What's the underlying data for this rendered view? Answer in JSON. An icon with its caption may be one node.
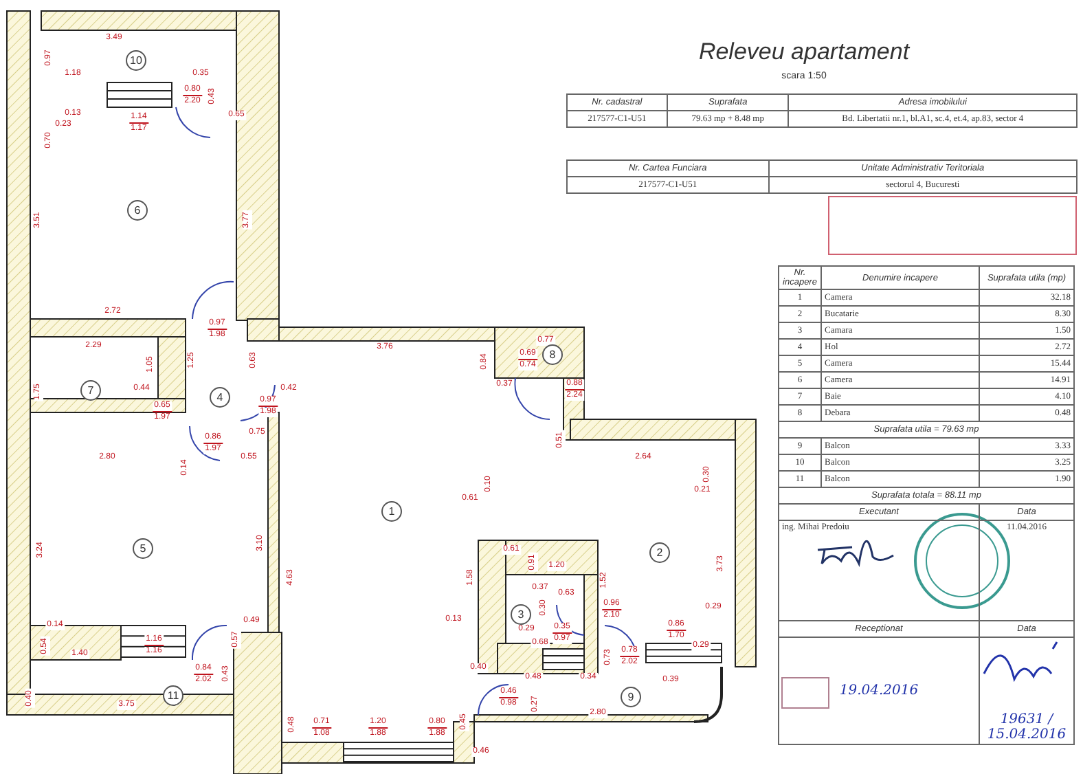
{
  "diagram": {
    "title": "Releveu apartament",
    "nodes": [
      {
        "text": [
          "1"
        ]
      },
      {
        "text": [
          "2"
        ]
      },
      {
        "text": [
          "3"
        ]
      },
      {
        "text": [
          "4"
        ]
      },
      {
        "text": [
          "5"
        ]
      },
      {
        "text": [
          "6"
        ]
      },
      {
        "text": [
          "7"
        ]
      },
      {
        "text": [
          "8"
        ]
      },
      {
        "text": [
          "9"
        ]
      },
      {
        "text": [
          "10"
        ]
      },
      {
        "text": [
          "11"
        ]
      }
    ],
    "edges": [],
    "labels": [
      "scara 1:50",
      "Nr. cadastral",
      "Suprafata",
      "Adresa imobilului",
      "217577-C1-U51",
      "79.63 mp + 8.48 mp",
      "Bd. Libertatii nr.1, bl.A1, sc.4, et.4, ap.83, sector 4",
      "Nr. Cartea Funciara",
      "Unitate Administrativ Teritoriala",
      "217577-C1-U51",
      "sectorul 4, Bucuresti",
      "Nr. incapere",
      "Denumire incapere",
      "Suprafata utila (mp)",
      "1",
      "Camera",
      "32.18",
      "2",
      "Bucatarie",
      "8.30",
      "3",
      "Camara",
      "1.50",
      "4",
      "Hol",
      "2.72",
      "5",
      "Camera",
      "15.44",
      "6",
      "Camera",
      "14.91",
      "7",
      "Baie",
      "4.10",
      "8",
      "Debara",
      "0.48",
      "Suprafata utila = 79.63 mp",
      "9",
      "Balcon",
      "3.33",
      "10",
      "Balcon",
      "3.25",
      "11",
      "Balcon",
      "1.90",
      "Suprafata totala = 88.11 mp",
      "Executant",
      "Data",
      "ing. Mihai Predoiu",
      "11.04.2016",
      "Receptionat",
      "Data",
      "19.04.2016",
      "19631 / 15.04.2016",
      "3.49",
      "0.97",
      "1.18",
      "0.35",
      "0.80",
      "2.20",
      "0.43",
      "1.14",
      "1.17",
      "0.13",
      "0.65",
      "0.23",
      "0.70",
      "3.51",
      "3.77",
      "2.72",
      "0.97",
      "1.98",
      "2.29",
      "3.76",
      "0.77",
      "1.05",
      "1.25",
      "0.63",
      "0.84",
      "0.69",
      "0.74",
      "0.37",
      "1.75",
      "0.44",
      "0.42",
      "0.88",
      "2.24",
      "0.65",
      "1.97",
      "0.97",
      "1.98",
      "0.75",
      "0.51",
      "0.86",
      "1.97",
      "2.80",
      "2.64",
      "0.14",
      "0.55",
      "0.30",
      "0.21",
      "0.10",
      "0.61",
      "3.24",
      "3.10",
      "4.63",
      "0.61",
      "0.91",
      "1.20",
      "3.73",
      "1.58",
      "1.52",
      "0.37",
      "0.63",
      "0.30",
      "0.29",
      "0.96",
      "2.10",
      "0.13",
      "0.14",
      "0.49",
      "0.29",
      "0.35",
      "0.97",
      "0.86",
      "1.70",
      "0.29",
      "0.68",
      "0.54",
      "1.40",
      "1.16",
      "1.16",
      "0.57",
      "0.78",
      "2.02",
      "0.73",
      "0.84",
      "2.02",
      "0.43",
      "0.40",
      "0.48",
      "0.34",
      "0.39",
      "0.40",
      "3.75",
      "0.46",
      "0.98",
      "0.27",
      "2.80",
      "0.48",
      "0.71",
      "1.08",
      "1.20",
      "1.88",
      "0.80",
      "1.88",
      "0.45",
      "0.46"
    ]
  }
}
